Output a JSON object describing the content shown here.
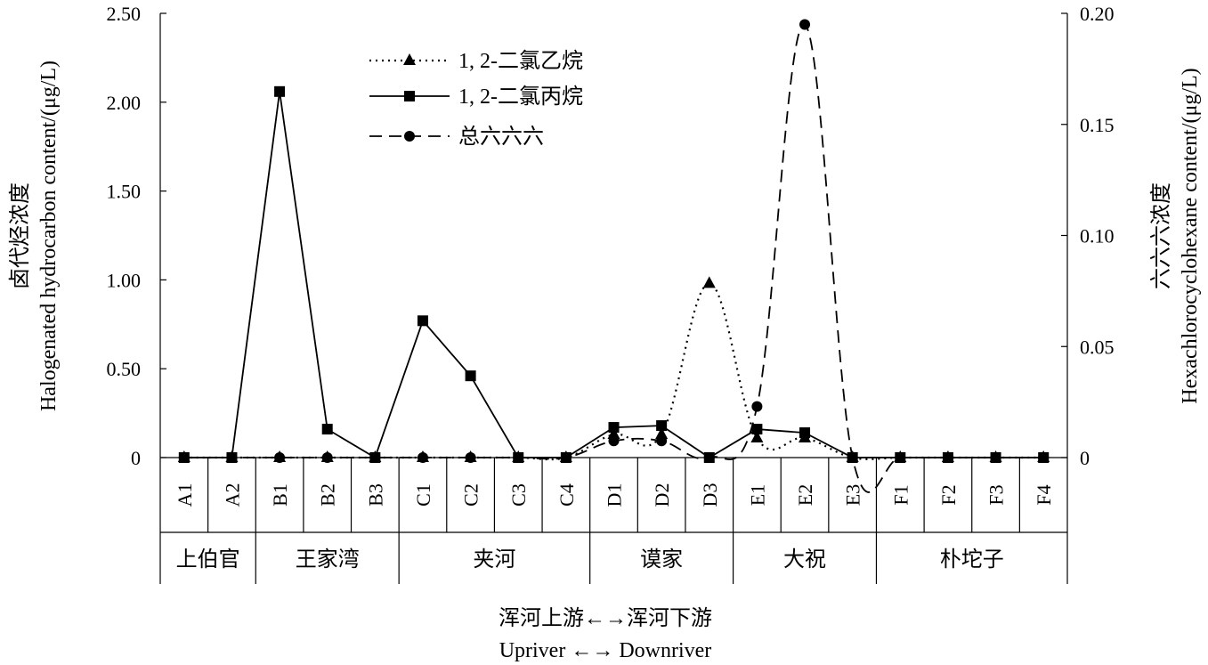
{
  "chart_data": {
    "type": "line",
    "categories": [
      "A1",
      "A2",
      "B1",
      "B2",
      "B3",
      "C1",
      "C2",
      "C3",
      "C4",
      "D1",
      "D2",
      "D3",
      "E1",
      "E2",
      "E3",
      "F1",
      "F2",
      "F3",
      "F4"
    ],
    "groups": [
      {
        "label": "上伯官",
        "start": 0,
        "end": 1
      },
      {
        "label": "王家湾",
        "start": 2,
        "end": 4
      },
      {
        "label": "夹河",
        "start": 5,
        "end": 8
      },
      {
        "label": "谟家",
        "start": 9,
        "end": 11
      },
      {
        "label": "大祝",
        "start": 12,
        "end": 14
      },
      {
        "label": "朴坨子",
        "start": 15,
        "end": 18
      }
    ],
    "series": [
      {
        "name": "1, 2-二氯乙烷",
        "axis": "left",
        "marker": "triangle",
        "dash": "dotted",
        "values": [
          0,
          0,
          0,
          0,
          0,
          0,
          0,
          0,
          0,
          0.13,
          0.13,
          0.98,
          0.11,
          0.11,
          0,
          0,
          0,
          0,
          0
        ]
      },
      {
        "name": "1, 2-二氯丙烷",
        "axis": "left",
        "marker": "square",
        "dash": "solid",
        "values": [
          0,
          0,
          2.06,
          0.16,
          0,
          0.77,
          0.46,
          0,
          0,
          0.17,
          0.18,
          0,
          0.16,
          0.14,
          0,
          0,
          0,
          0,
          0
        ]
      },
      {
        "name": "总六六六",
        "axis": "right",
        "marker": "circle",
        "dash": "dashed",
        "values": [
          0,
          0,
          0,
          0,
          0,
          0,
          0,
          0,
          0,
          0.0075,
          0.0075,
          0,
          0.023,
          0.195,
          0,
          0,
          0,
          0,
          0
        ]
      }
    ],
    "y_left": {
      "label_cn": "卤代烃浓度",
      "label_en": "Halogenated hydrocarbon content/(μg/L)",
      "ylim": [
        0,
        2.5
      ],
      "ticks": [
        0,
        0.5,
        1.0,
        1.5,
        2.0,
        2.5
      ],
      "tick_labels": [
        "0",
        "0.50",
        "1.00",
        "1.50",
        "2.00",
        "2.50"
      ]
    },
    "y_right": {
      "label_cn": "六六六浓度",
      "label_en": "Hexachlorocyclohexane content/(μg/L)",
      "ylim": [
        0,
        0.2
      ],
      "ticks": [
        0,
        0.05,
        0.1,
        0.15,
        0.2
      ],
      "tick_labels": [
        "0",
        "0.05",
        "0.10",
        "0.15",
        "0.20"
      ]
    },
    "xlabel_cn": "浑河上游←→浑河下游",
    "xlabel_en": "Upriver ←→ Downriver",
    "grid": false,
    "legend_position": "top-center"
  }
}
